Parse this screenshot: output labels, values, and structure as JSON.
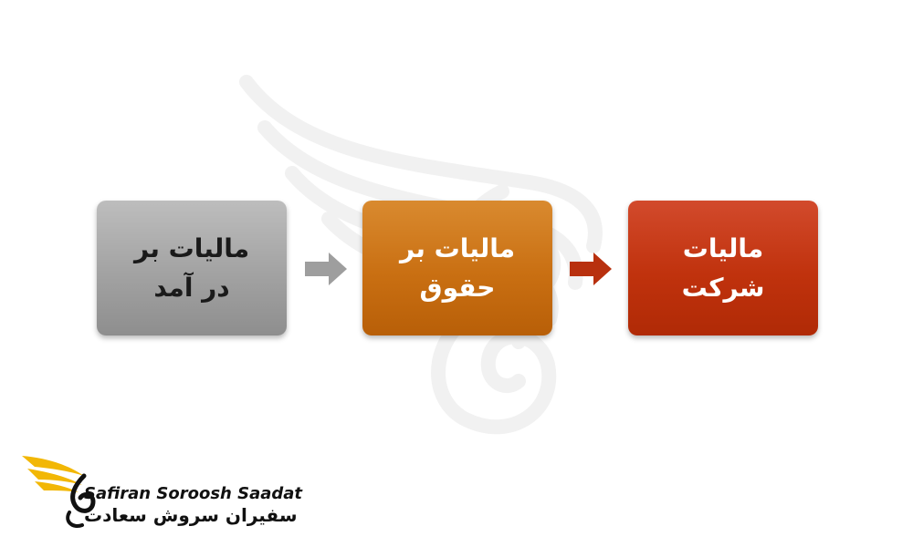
{
  "diagram": {
    "boxes": [
      {
        "line1": "مالیات بر",
        "line2": "در آمد",
        "color": "#a5a5a5"
      },
      {
        "line1": "مالیات بر",
        "line2": "حقوق",
        "color": "#c96f12"
      },
      {
        "line1": "مالیات",
        "line2": "شرکت",
        "color": "#c0320d"
      }
    ],
    "arrows": [
      {
        "color": "#9e9e9e"
      },
      {
        "color": "#b8300e"
      }
    ]
  },
  "logo": {
    "name_en": "Safiran Soroosh Saadat",
    "name_fa": "سفیران سروش سعادت",
    "accent": "#f2b705"
  }
}
